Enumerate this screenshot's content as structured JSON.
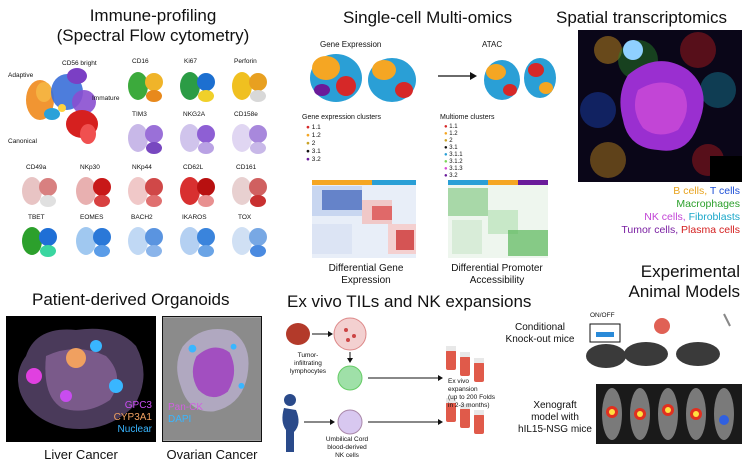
{
  "immune": {
    "title_line1": "Immune-profiling",
    "title_line2": "(Spectral Flow cytometry)",
    "umap_labels": {
      "adaptive": "Adaptive",
      "cd56": "CD56 bright",
      "immature": "Immature",
      "canonical": "Canonical"
    },
    "markers": [
      "CD16",
      "Ki67",
      "Perforin",
      "TIM3",
      "NKG2A",
      "CD158e",
      "CD49a",
      "NKp30",
      "NKp44",
      "CD62L",
      "CD161",
      "TBET",
      "EOMES",
      "BACH2",
      "IKAROS",
      "TOX"
    ]
  },
  "multiomics": {
    "title": "Single-cell Multi-omics",
    "gene_expression": "Gene Expression",
    "atac": "ATAC",
    "ge_clusters_title": "Gene expression clusters",
    "ge_clusters": [
      "1.1",
      "1.2",
      "2",
      "3.1",
      "3.2"
    ],
    "mo_clusters_title": "Multiome clusters",
    "mo_clusters": [
      "1.1",
      "1.2",
      "2",
      "3.1",
      "3.1.1",
      "3.1.2",
      "3.1.3",
      "3.2"
    ],
    "dge_line1": "Differential Gene",
    "dge_line2": "Expression",
    "dpa_line1": "Differential Promoter",
    "dpa_line2": "Accessibility"
  },
  "spatial": {
    "title": "Spatial transcriptomics",
    "legend": [
      [
        {
          "text": "B cells,",
          "color": "#e8a31f"
        },
        {
          "text": " T cells",
          "color": "#1d4fd6"
        }
      ],
      [
        {
          "text": "Macrophages",
          "color": "#2ca02c"
        }
      ],
      [
        {
          "text": "NK cells,",
          "color": "#c245d6"
        },
        {
          "text": " Fibroblasts",
          "color": "#1aa7c9"
        }
      ],
      [
        {
          "text": "Tumor cells,",
          "color": "#7a1fa2"
        },
        {
          "text": " Plasma cells",
          "color": "#d42020"
        }
      ]
    ]
  },
  "organoids": {
    "title": "Patient-derived Organoids",
    "liver_labels": [
      "GPC3",
      "CYP3A1",
      "Nuclear"
    ],
    "ovarian_labels": [
      "Pan-CK",
      "DAPI"
    ],
    "liver_caption": "Liver Cancer",
    "ovarian_caption": "Ovarian Cancer"
  },
  "exvivo": {
    "title": "Ex vivo TILs and NK expansions",
    "til_label_1": "Tumor-",
    "til_label_2": "infiltrating",
    "til_label_3": "lymphocytes",
    "expansion_1": "Ex vivo",
    "expansion_2": "expansion",
    "expansion_3": "(up to 200 Folds",
    "expansion_4": "in 2-3 months)",
    "ucb_1": "Umbilical Cord",
    "ucb_2": "blood-derived",
    "ucb_3": "NK cells"
  },
  "animal": {
    "title_line1": "Experimental",
    "title_line2": "Animal Models",
    "ko_line1": "Conditional",
    "ko_line2": "Knock-out mice",
    "onoff": "ON/OFF",
    "xeno_line1": "Xenograft",
    "xeno_line2": "model with",
    "xeno_line3": "hIL15-NSG mice"
  },
  "colors": {
    "gpc3": "#c84cf0",
    "cyp3a1": "#f0a060",
    "nuclear": "#39b6ff",
    "panck": "#d060e0",
    "dapi": "#39b6ff"
  }
}
